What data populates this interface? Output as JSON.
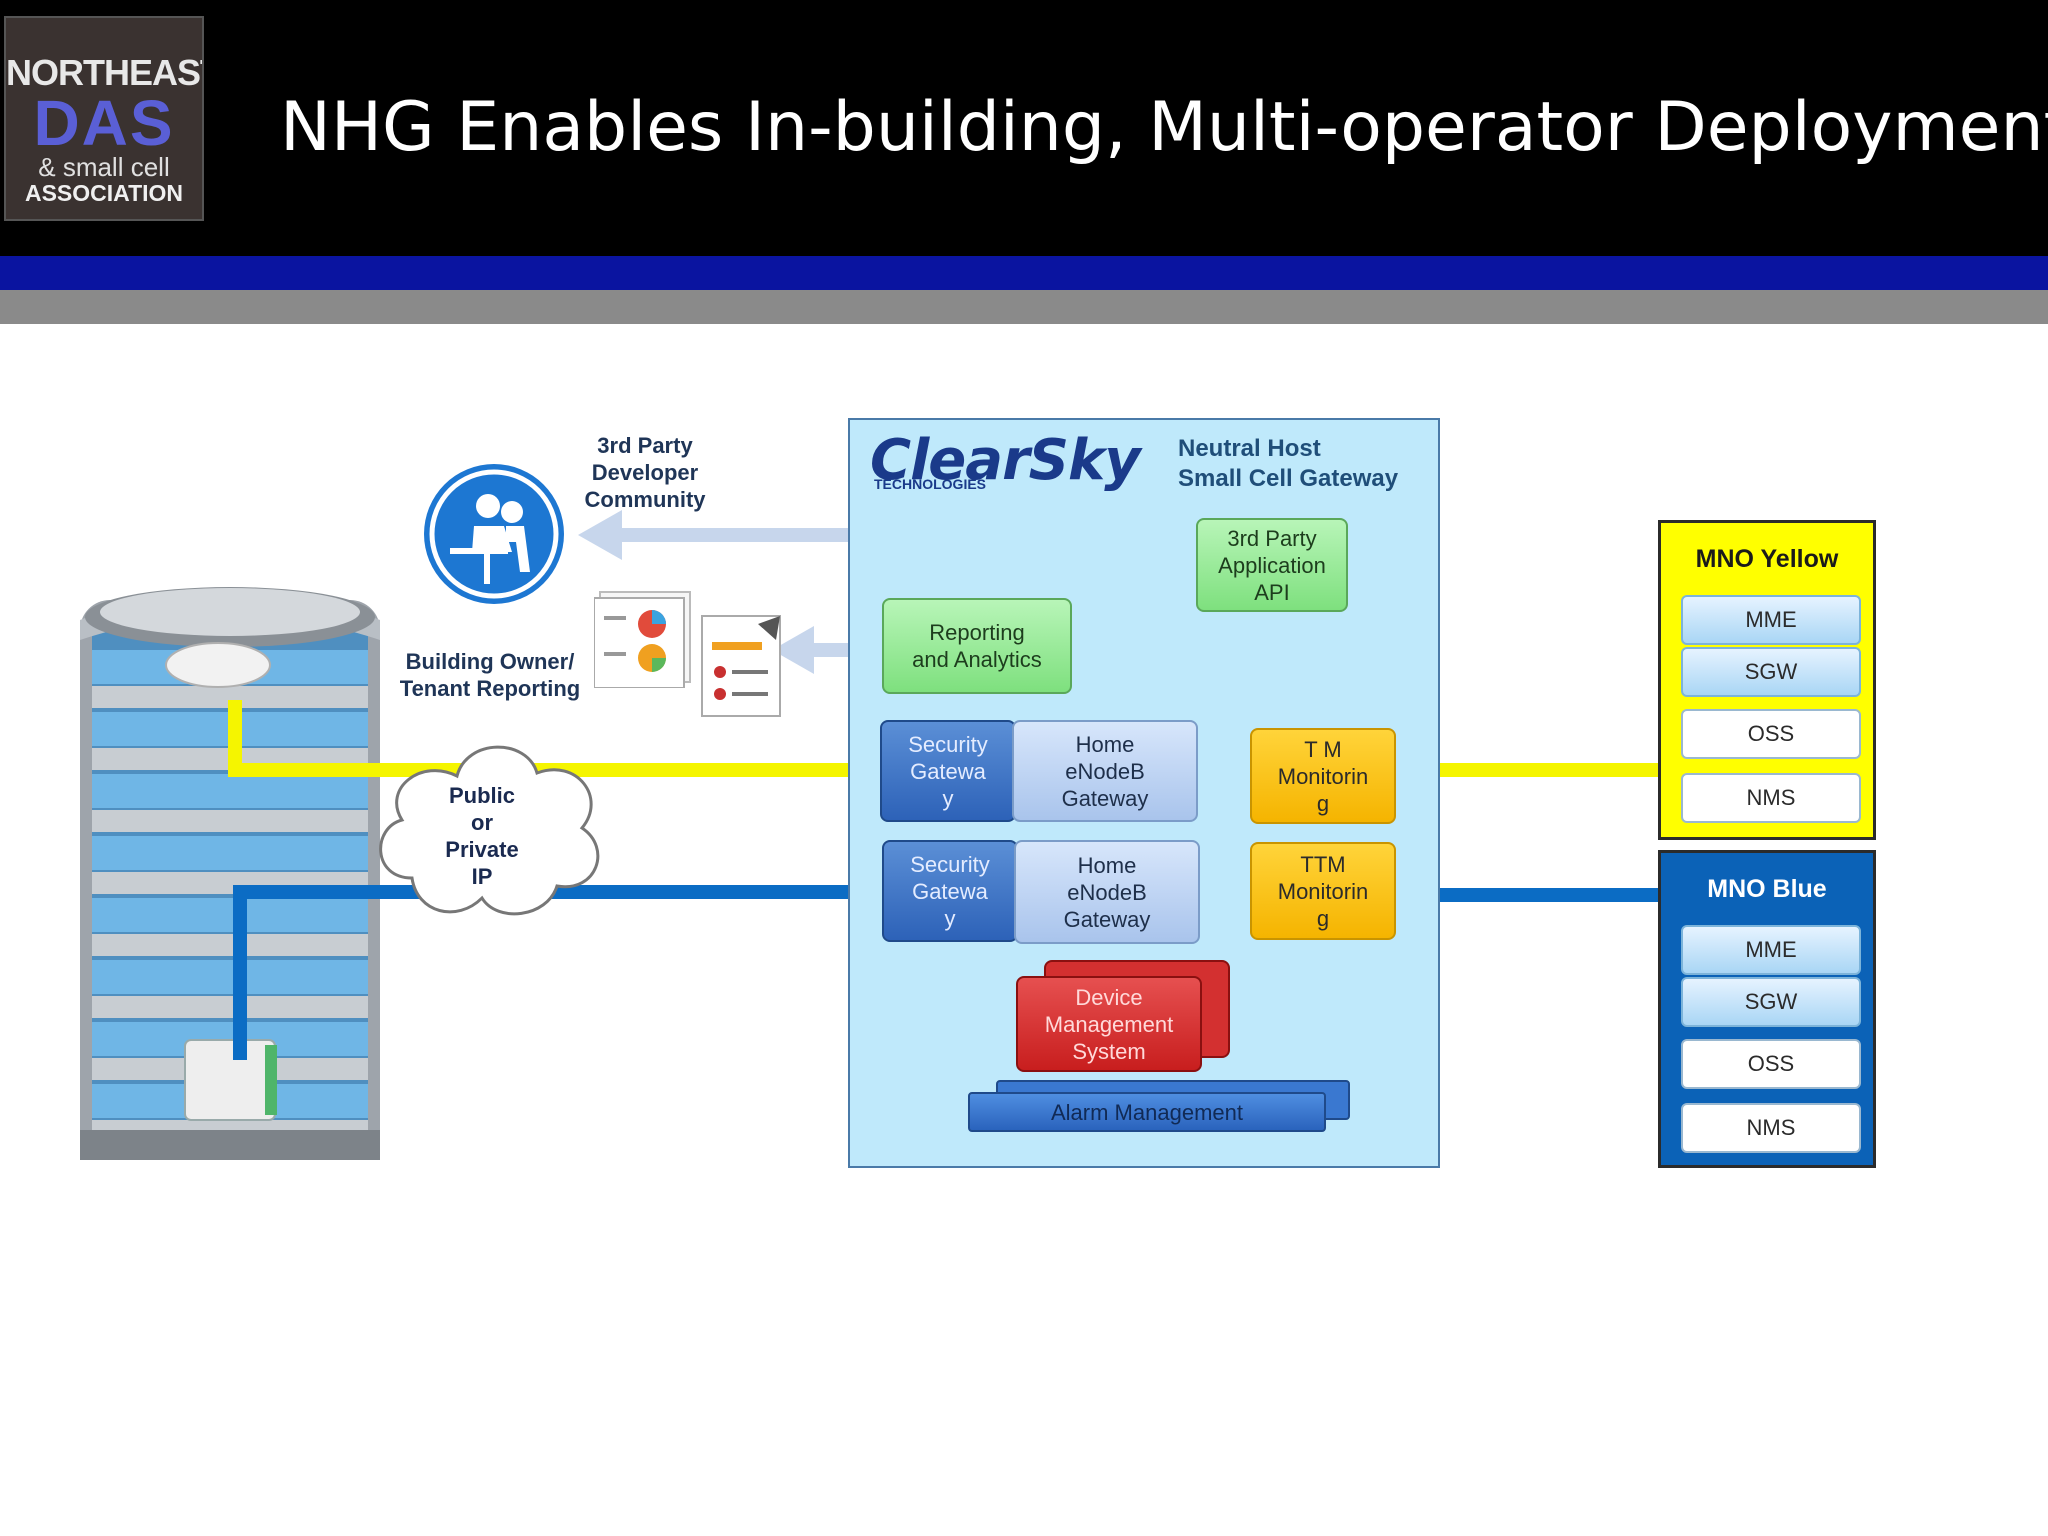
{
  "slide": {
    "title": "NHG Enables In-building, Multi-operator Deployment",
    "logo": {
      "line1": "NORTHEAST",
      "line2": "DAS",
      "line3": "& small cell",
      "line4": "ASSOCIATION"
    }
  },
  "diagram": {
    "vendor": {
      "name": "ClearSky",
      "tagline": "TECHNOLOGIES"
    },
    "panel_label": [
      "Neutral Host",
      "Small Cell Gateway"
    ],
    "third_party_api": [
      "3rd Party",
      "Application",
      "API"
    ],
    "reporting": [
      "Reporting",
      "and Analytics"
    ],
    "yellow_path": {
      "security_gateway": [
        "Security",
        "Gatewa",
        "y"
      ],
      "henb_gateway": [
        "Home",
        "eNodeB",
        "Gateway"
      ],
      "ttm": [
        "T  M",
        "Monitorin",
        "g"
      ]
    },
    "blue_path": {
      "security_gateway": [
        "Security",
        "Gatewa",
        "y"
      ],
      "henb_gateway": [
        "Home",
        "eNodeB",
        "Gateway"
      ],
      "ttm": [
        "TTM",
        "Monitorin",
        "g"
      ]
    },
    "device_mgmt": [
      "Device",
      "Management",
      "System"
    ],
    "alarm_mgmt": "Alarm Management",
    "cloud": [
      "Public",
      "or",
      "Private",
      "IP"
    ],
    "developer_community": [
      "3rd Party",
      "Developer",
      "Community"
    ],
    "tenant_reporting": [
      "Building Owner/",
      "Tenant Reporting"
    ],
    "mno_yellow": {
      "title": "MNO Yellow",
      "items": [
        "MME",
        "SGW",
        "OSS",
        "NMS"
      ],
      "color": "#ffff00"
    },
    "mno_blue": {
      "title": "MNO Blue",
      "items": [
        "MME",
        "SGW",
        "OSS",
        "NMS"
      ],
      "color": "#0b62b7"
    },
    "colors": {
      "yellow_link": "#f5f500",
      "blue_link": "#0b6cc4",
      "red_dashed": "#e01010",
      "arrow": "#c7d6ec"
    }
  }
}
